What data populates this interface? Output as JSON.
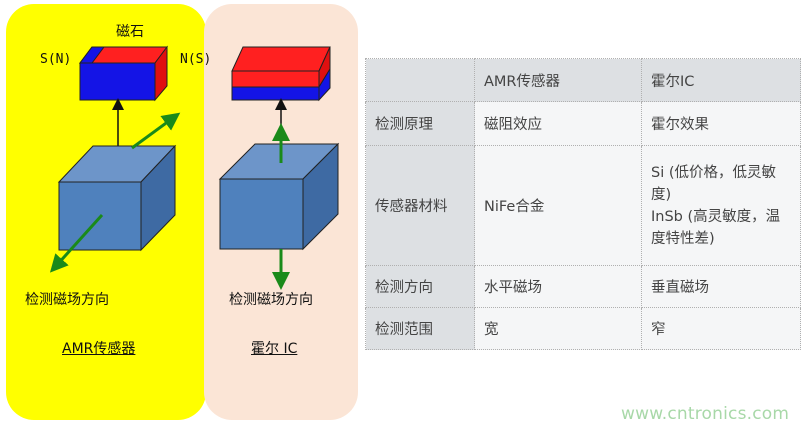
{
  "diagram": {
    "amr_panel": {
      "magnet_label": "磁石",
      "pole_left": "S(N)",
      "pole_right": "N(S)",
      "direction_label": "检测磁场方向",
      "caption": "AMR传感器",
      "background": "#ffff00"
    },
    "hall_panel": {
      "direction_label": "检测磁场方向",
      "caption": "霍尔 IC",
      "background": "#fbe5d6"
    },
    "colors": {
      "magnet_red": "#ff2020",
      "magnet_blue": "#1414e6",
      "sensor_cube": "#4f81bd",
      "field_arrow": "#1a8a1a"
    }
  },
  "table": {
    "headers": [
      "",
      "AMR传感器",
      "霍尔IC"
    ],
    "rows": [
      {
        "label": "检测原理",
        "amr": "磁阻效应",
        "hall": "霍尔效果"
      },
      {
        "label": "传感器材料",
        "amr": "NiFe合金",
        "hall": "Si (低价格，低灵敏度)\nInSb (高灵敏度，温度特性差)"
      },
      {
        "label": "检测方向",
        "amr": "水平磁场",
        "hall": "垂直磁场"
      },
      {
        "label": "检测范围",
        "amr": "宽",
        "hall": "窄"
      }
    ]
  },
  "watermark": "www.cntronics.com"
}
